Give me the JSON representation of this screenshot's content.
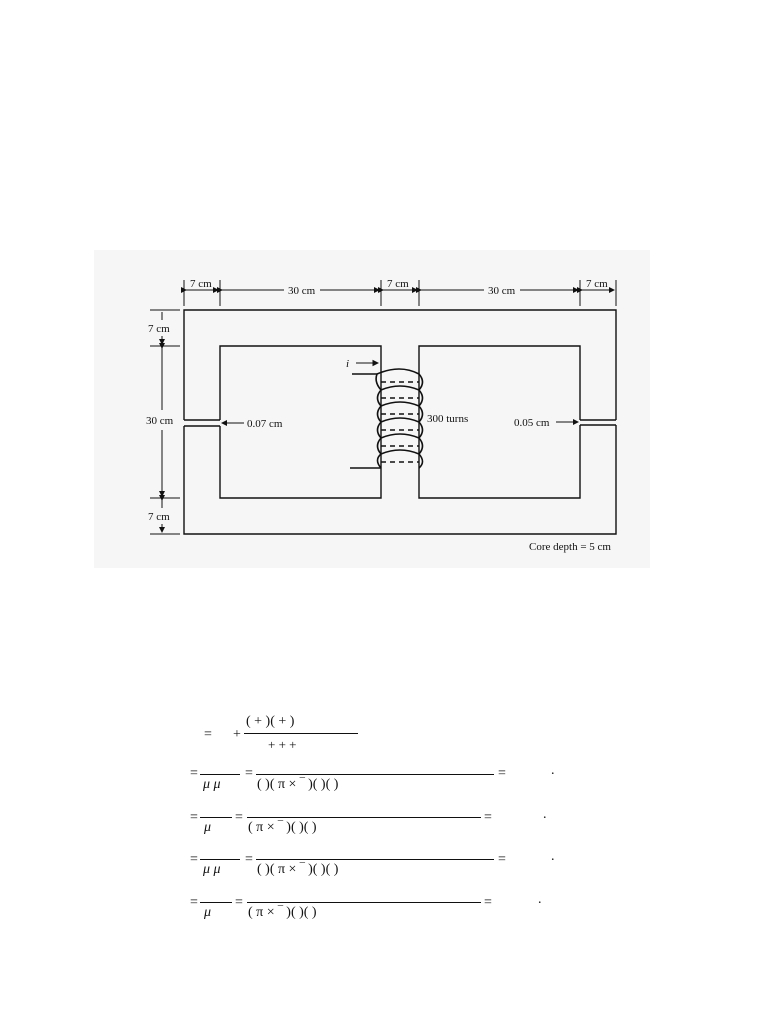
{
  "figure": {
    "dimensions": {
      "top_left_leg": "7 cm",
      "left_window": "30 cm",
      "center_leg": "7 cm",
      "right_window": "30 cm",
      "right_leg": "7 cm",
      "top_yoke": "7 cm",
      "window_height": "30 cm",
      "bottom_yoke": "7 cm"
    },
    "current_label": "i",
    "left_gap": "0.07 cm",
    "coil_turns": "300 turns",
    "right_gap": "0.05 cm",
    "core_depth": "Core depth = 5 cm"
  },
  "equations": {
    "eq1_eq": "=",
    "eq1_plus": "+",
    "eq1_num": "(   +   )(   +   )",
    "eq1_den": "+    +    +",
    "eq2_lhs_eq": "=",
    "eq2_den_left": "μ μ",
    "eq2_mid_eq": "=",
    "eq2_den_right": "(        )(  π ×   ‾          )(             )(           )",
    "eq2_rhs_eq": "=",
    "eq2_dot": ".",
    "eq3_lhs_eq": "=",
    "eq3_den_left": "μ",
    "eq3_mid_eq": "=",
    "eq3_den_right": "(  π ×   ‾            )(             )(          )",
    "eq3_rhs_eq": "=",
    "eq3_dot": ".",
    "eq4_lhs_eq": "=",
    "eq4_den_left": "μ μ",
    "eq4_mid_eq": "=",
    "eq4_den_right": "(        )(  π ×   ‾          )(             )(           )",
    "eq4_rhs_eq": "=",
    "eq4_dot": ".",
    "eq5_lhs_eq": "=",
    "eq5_den_left": "μ",
    "eq5_mid_eq": "=",
    "eq5_den_right": "(  π ×   ‾            )(             )(          )",
    "eq5_rhs_eq": "=",
    "eq5_dot": "."
  }
}
